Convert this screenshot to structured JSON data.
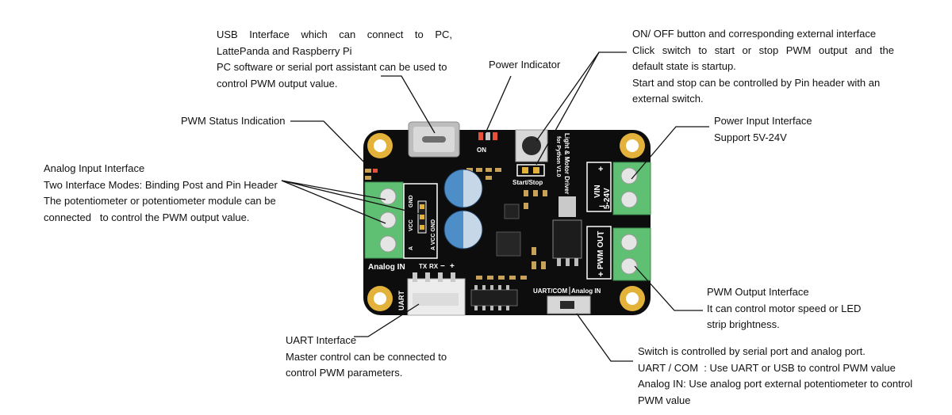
{
  "callouts": {
    "usb": {
      "lines": [
        "USB Interface which can connect to PC,",
        "LattePanda and Raspberry Pi",
        "PC software or serial port assistant can be used to",
        "control PWM output value."
      ]
    },
    "power_indicator": {
      "lines": [
        "Power Indicator"
      ]
    },
    "onoff": {
      "lines": [
        "ON/ OFF button and corresponding external interface",
        "Click switch to start or stop PWM output and the",
        "default state is startup.",
        "Start and stop can be controlled by Pin header with an",
        "external switch."
      ]
    },
    "pwm_status": {
      "lines": [
        "PWM Status Indication"
      ]
    },
    "power_input": {
      "lines": [
        "Power Input Interface",
        "Support 5V-24V"
      ]
    },
    "analog_input": {
      "lines": [
        "Analog Input Interface",
        "Two Interface Modes: Binding Post and Pin Header",
        "The potentiometer or potentiometer module can be",
        "connected   to control the PWM output value."
      ]
    },
    "pwm_output": {
      "lines": [
        "PWM Output Interface",
        "It can control motor speed or LED",
        "strip brightness."
      ]
    },
    "uart": {
      "lines": [
        "UART Interface",
        "Master control can be connected to",
        "control PWM parameters."
      ]
    },
    "switch": {
      "lines": [
        "Switch is controlled by serial port and analog port.",
        "UART / COM  : Use UART or USB to control PWM value",
        "Analog IN: Use analog port external potentiometer to control",
        "PWM value"
      ]
    }
  },
  "board_silk": {
    "on": "ON",
    "start_stop": "Start/Stop",
    "title_line1": "Light & Motor Driver",
    "title_line2": "for Python V1.0",
    "vin": "VIN",
    "vin_range": "5-24V",
    "pwm_out": "PWM OUT",
    "plus": "+",
    "minus": "−",
    "analog_in": "Analog IN",
    "tx": "TX",
    "rx": "RX",
    "uart": "UART",
    "uart_com": "UART/COM",
    "analog_in_small": "Analog IN",
    "gnd": "GND",
    "vcc": "VCC",
    "a": "A",
    "a_vcc_gnd": "A  VCC GND"
  },
  "colors": {
    "pcb": "#0d0d0d",
    "terminal": "#5fbf72",
    "gold": "#e2b23a",
    "capacitor": "#4d8ec9",
    "leader": "#111111"
  }
}
